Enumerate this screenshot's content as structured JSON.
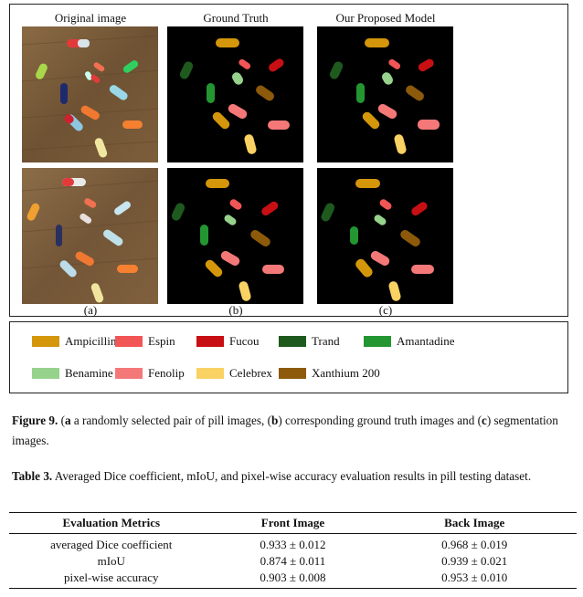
{
  "figure": {
    "column_titles": [
      "Original image",
      "Ground Truth",
      "Our Proposed Model"
    ],
    "sub_labels": [
      "(a)",
      "(b)",
      "(c)"
    ],
    "legend": [
      {
        "name": "Ampicillin",
        "color": "#d4960a"
      },
      {
        "name": "Espin",
        "color": "#f25555"
      },
      {
        "name": "Fucou",
        "color": "#c80f14"
      },
      {
        "name": "Trand",
        "color": "#1e5a1e"
      },
      {
        "name": "Amantadine",
        "color": "#239632"
      },
      {
        "name": "Benamine",
        "color": "#96d28c"
      },
      {
        "name": "Fenolip",
        "color": "#f57878"
      },
      {
        "name": "Celebrex",
        "color": "#fad264"
      },
      {
        "name": "Xanthium 200",
        "color": "#8c5a0a"
      }
    ]
  },
  "caption": {
    "label": "Figure 9.",
    "a": "a",
    "text_a": " a randomly selected pair of pill images, (",
    "b": "b",
    "text_b": ") corresponding ground truth images and (",
    "c": "c",
    "text_c": ") segmentation images."
  },
  "table_caption": {
    "label": "Table 3.",
    "text": " Averaged Dice coefficient, mIoU, and pixel-wise accuracy evaluation results in pill testing dataset."
  },
  "table": {
    "headers": [
      "Evaluation Metrics",
      "Front Image",
      "Back Image"
    ],
    "rows": [
      [
        "averaged Dice coefficient",
        "0.933 ± 0.012",
        "0.968 ± 0.019"
      ],
      [
        "mIoU",
        "0.874 ± 0.011",
        "0.939 ± 0.021"
      ],
      [
        "pixel-wise accuracy",
        "0.903 ± 0.008",
        "0.953 ± 0.010"
      ]
    ]
  }
}
